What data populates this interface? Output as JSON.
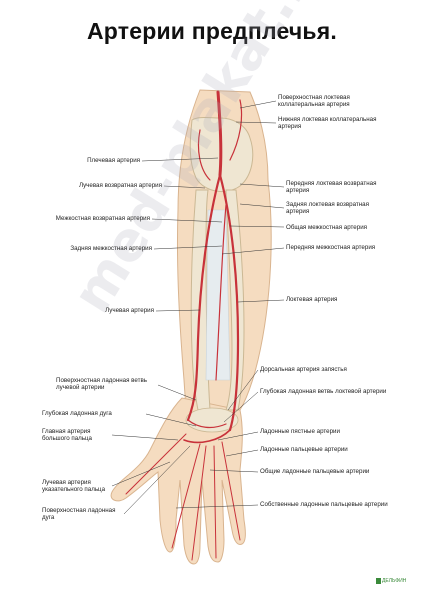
{
  "title": "Артерии предплечья.",
  "watermark": "med-plakat.ru",
  "logo_text": "ДЕЛЬФИН",
  "colors": {
    "skin": "#f5dcc0",
    "skin_edge": "#d9b48f",
    "bone": "#efe6d2",
    "artery": "#c8323a",
    "muscle": "#e8b59a"
  },
  "labels_left": [
    {
      "text": "Плечевая артерия"
    },
    {
      "text": "Лучевая возвратная артерия"
    },
    {
      "text": "Межкостная возвратная артерия"
    },
    {
      "text": "Задняя межкостная артерия"
    },
    {
      "text": "Лучевая артерия"
    },
    {
      "text": "Поверхностная ладонная ветвь лучевой артерии"
    },
    {
      "text": "Глубокая ладонная дуга"
    },
    {
      "text": "Главная артерия большого пальца"
    },
    {
      "text": "Лучевая артерия указательного пальца"
    },
    {
      "text": "Поверхностная ладонная дуга"
    }
  ],
  "labels_right": [
    {
      "text": "Поверхностная локтевая коллатеральная артерия"
    },
    {
      "text": "Нижняя локтевая коллатеральная артерия"
    },
    {
      "text": "Передняя локтевая возвратная артерия"
    },
    {
      "text": "Задняя локтевая возвратная артерия"
    },
    {
      "text": "Общая межкостная артерия"
    },
    {
      "text": "Передняя межкостная артерия"
    },
    {
      "text": "Локтевая артерия"
    },
    {
      "text": "Дорсальная артерия запястья"
    },
    {
      "text": "Глубокая ладонная ветвь локтевой артерии"
    },
    {
      "text": "Ладонные пястные артерии"
    },
    {
      "text": "Ладонные пальцевые артерии"
    },
    {
      "text": "Общие ладонные пальцевые артерии"
    },
    {
      "text": "Собственные ладонные пальцевые артерии"
    }
  ]
}
